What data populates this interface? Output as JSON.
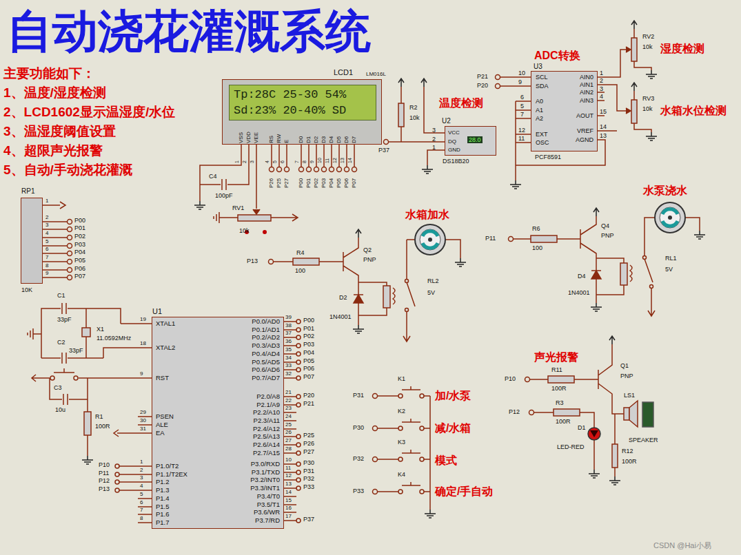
{
  "diagram": {
    "title": "自动浇花灌溉系统",
    "nodes": [
      {
        "text": [
          "LCD1",
          "LM016L",
          "Tp:28C 25-30 54%",
          "Sd:23% 20-40% SD"
        ]
      },
      {
        "text": [
          "U2",
          "VCC",
          "DQ",
          "GND",
          "28.0",
          "DS18B20"
        ]
      },
      {
        "text": [
          "U3",
          "SCL",
          "SDA",
          "A0",
          "A1",
          "A2",
          "EXT",
          "OSC",
          "AIN0",
          "AIN1",
          "AIN2",
          "AIN3",
          "AOUT",
          "VREF",
          "AGND",
          "PCF8591"
        ]
      },
      {
        "text": [
          "RP1",
          "10K"
        ]
      },
      {
        "text": [
          "U1",
          "XTAL1",
          "XTAL2",
          "RST",
          "PSEN",
          "ALE",
          "EA",
          "P1.0/T2",
          "P1.1/T2EX",
          "P1.2",
          "P1.3",
          "P1.4",
          "P1.5",
          "P1.6",
          "P1.7",
          "P0.0/AD0",
          "P0.1/AD1",
          "P0.2/AD2",
          "P0.3/AD3",
          "P0.4/AD4",
          "P0.5/AD5",
          "P0.6/AD6",
          "P0.7/AD7",
          "P2.0/A8",
          "P2.1/A9",
          "P2.2/A10",
          "P2.3/A11",
          "P2.4/A12",
          "P2.5/A13",
          "P2.6/A14",
          "P2.7/A15",
          "P3.0/RXD",
          "P3.1/TXD",
          "P3.2/INT0",
          "P3.3/INT1",
          "P3.4/T0",
          "P3.5/T1",
          "P3.6/WR",
          "P3.7/RD"
        ]
      }
    ],
    "labels": [
      "主要功能如下：",
      "1、温度/湿度检测",
      "2、LCD1602显示温湿度/水位",
      "3、温湿度阈值设置",
      "4、超限声光报警",
      "5、自动/手动浇花灌溉",
      "温度检测",
      "ADC转换",
      "湿度检测",
      "水箱水位检测",
      "水箱加水",
      "水泵浇水",
      "声光报警",
      "加/水泵",
      "减/水箱",
      "模式",
      "确定/手自动",
      "VSS",
      "VDD",
      "VEE",
      "RS",
      "RW",
      "E",
      "D0",
      "D1",
      "D2",
      "D3",
      "D4",
      "D5",
      "D6",
      "D7",
      "1",
      "2",
      "3",
      "4",
      "5",
      "6",
      "7",
      "8",
      "9",
      "10",
      "11",
      "12",
      "13",
      "14",
      "P26",
      "P25",
      "P27",
      "P00",
      "P01",
      "P02",
      "P03",
      "P04",
      "P05",
      "P06",
      "P07",
      "19",
      "18",
      "9",
      "29",
      "30",
      "31",
      "1",
      "2",
      "3",
      "4",
      "5",
      "6",
      "7",
      "8",
      "39",
      "38",
      "37",
      "36",
      "35",
      "34",
      "33",
      "32",
      "21",
      "22",
      "23",
      "24",
      "25",
      "26",
      "27",
      "28",
      "10",
      "11",
      "12",
      "13",
      "14",
      "15",
      "16",
      "17",
      "P10",
      "P11",
      "P12",
      "P13",
      "P00",
      "P01",
      "P02",
      "P03",
      "P04",
      "P05",
      "P06",
      "P07",
      "P20",
      "P21",
      "P25",
      "P26",
      "P27",
      "P30",
      "P31",
      "P32",
      "P33",
      "P37",
      "1",
      "2",
      "3",
      "4",
      "5",
      "6",
      "7",
      "8",
      "9",
      "P00",
      "P01",
      "P02",
      "P03",
      "P04",
      "P05",
      "P06",
      "P07",
      "C4",
      "100pF",
      "RV1",
      "10k",
      "R2",
      "10k",
      "P37",
      "3",
      "2",
      "1",
      "10",
      "9",
      "P21",
      "P20",
      "6",
      "5",
      "7",
      "12",
      "11",
      "1",
      "2",
      "3",
      "4",
      "15",
      "14",
      "13",
      "RV2",
      "10k",
      "RV3",
      "10k",
      "P13",
      "R4",
      "100",
      "Q2",
      "PNP",
      "D2",
      "1N4001",
      "RL2",
      "5V",
      "P11",
      "R6",
      "100",
      "Q4",
      "PNP",
      "D4",
      "1N4001",
      "RL1",
      "5V",
      "C1",
      "33pF",
      "X1",
      "11.0592MHz",
      "C2",
      "33pF",
      "C3",
      "10u",
      "R1",
      "100R",
      "K1",
      "K2",
      "K3",
      "K4",
      "P31",
      "P30",
      "P32",
      "P33",
      "Q1",
      "PNP",
      "P10",
      "R11",
      "100R",
      "P12",
      "R3",
      "100R",
      "LS1",
      "SPEAKER",
      "D1",
      "LED-RED",
      "R12",
      "100R",
      "CSDN @Hai小易"
    ]
  }
}
